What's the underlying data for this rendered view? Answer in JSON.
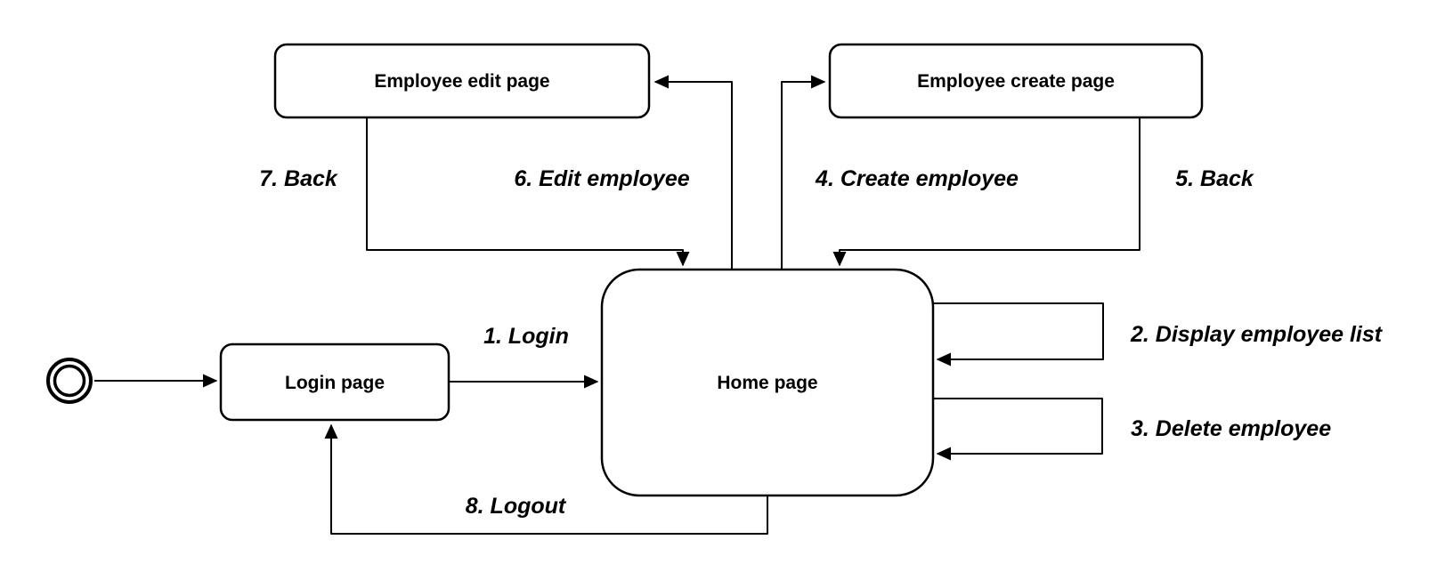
{
  "diagram": {
    "kind": "uml-state-diagram",
    "colors": {
      "background": "#ffffff",
      "node_fill": "#ffffff",
      "stroke": "#000000",
      "text": "#000000"
    },
    "states": [
      {
        "id": "initial",
        "kind": "initial-pseudostate",
        "label": ""
      },
      {
        "id": "login-page",
        "kind": "state",
        "label": "Login page"
      },
      {
        "id": "home-page",
        "kind": "state",
        "label": "Home page"
      },
      {
        "id": "employee-edit-page",
        "kind": "state",
        "label": "Employee edit page"
      },
      {
        "id": "employee-create-page",
        "kind": "state",
        "label": "Employee create page"
      }
    ],
    "transitions": [
      {
        "id": "initial-to-login",
        "from": "initial",
        "to": "login-page",
        "label": ""
      },
      {
        "id": "login-to-home",
        "from": "login-page",
        "to": "home-page",
        "label": "1. Login"
      },
      {
        "id": "home-self-display-list",
        "from": "home-page",
        "to": "home-page",
        "label": "2. Display employee list"
      },
      {
        "id": "home-self-delete",
        "from": "home-page",
        "to": "home-page",
        "label": "3. Delete employee"
      },
      {
        "id": "home-to-create",
        "from": "home-page",
        "to": "employee-create-page",
        "label": "4. Create employee"
      },
      {
        "id": "create-to-home",
        "from": "employee-create-page",
        "to": "home-page",
        "label": "5. Back"
      },
      {
        "id": "home-to-edit",
        "from": "home-page",
        "to": "employee-edit-page",
        "label": "6. Edit employee"
      },
      {
        "id": "edit-to-home",
        "from": "employee-edit-page",
        "to": "home-page",
        "label": "7. Back"
      },
      {
        "id": "home-to-login-logout",
        "from": "home-page",
        "to": "login-page",
        "label": "8. Logout"
      }
    ]
  }
}
